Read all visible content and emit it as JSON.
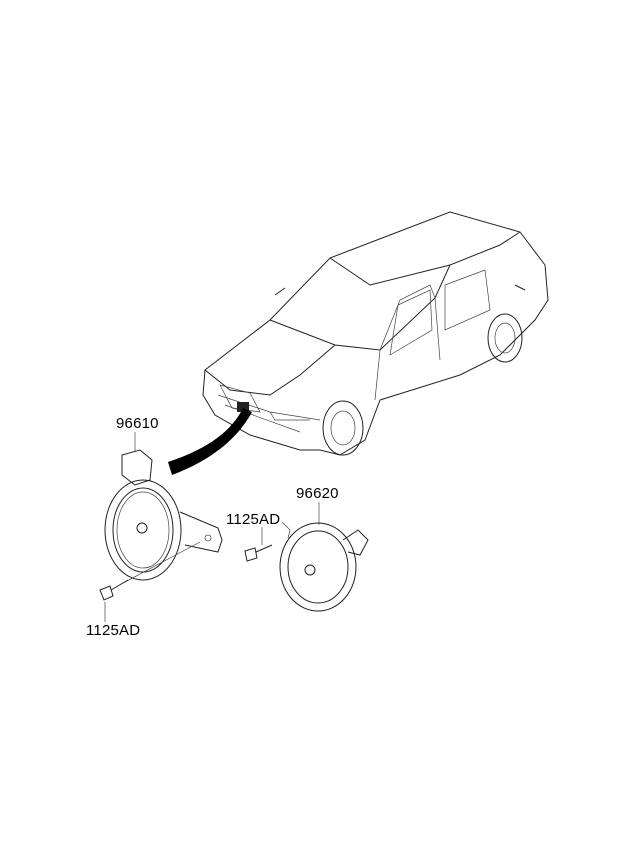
{
  "diagram": {
    "labels": {
      "horn_high": "96610",
      "horn_low": "96620",
      "bolt_upper": "1125AD",
      "bolt_lower": "1125AD"
    }
  }
}
